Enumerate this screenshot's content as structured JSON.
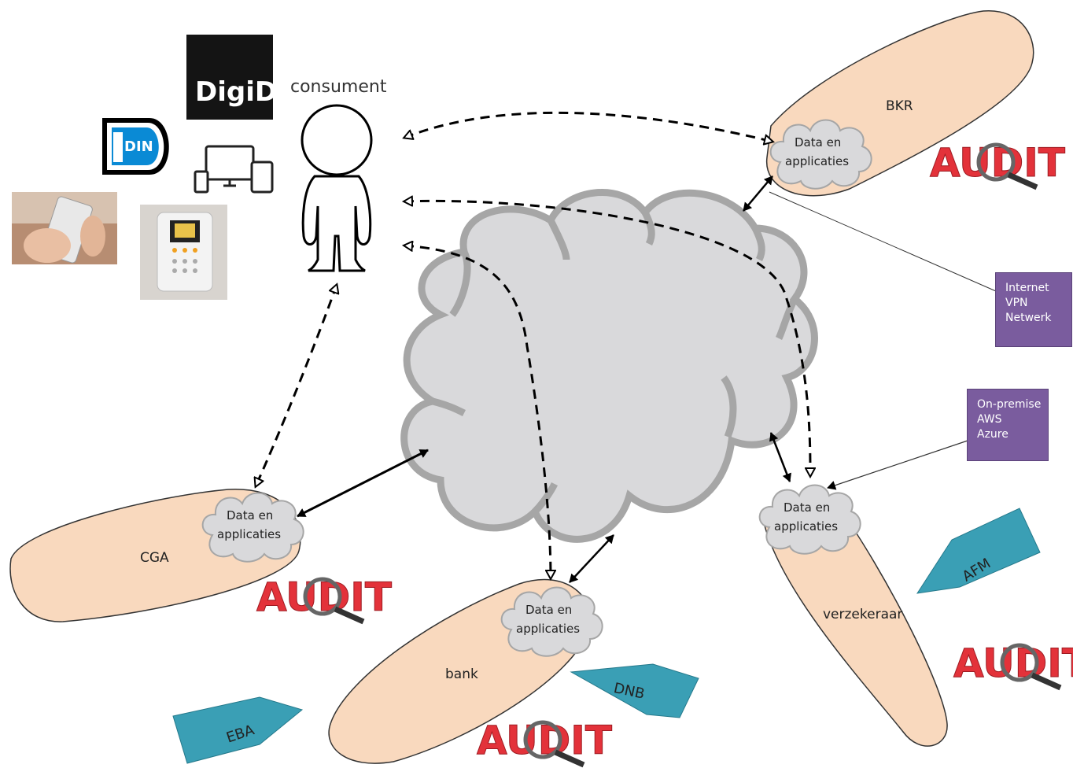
{
  "consumer": {
    "label": "consument"
  },
  "identity": {
    "digid": "DigiD",
    "idin": "iDIN"
  },
  "nodes": {
    "bkr": {
      "name": "BKR",
      "data_line1": "Data en",
      "data_line2": "applicaties"
    },
    "cga": {
      "name": "CGA",
      "data_line1": "Data en",
      "data_line2": "applicaties"
    },
    "bank": {
      "name": "bank",
      "data_line1": "Data en",
      "data_line2": "applicaties"
    },
    "verzekeraar": {
      "name": "verzekeraar",
      "data_line1": "Data en",
      "data_line2": "applicaties"
    }
  },
  "audit_label": "AUDIT",
  "regulators": {
    "afm": "AFM",
    "dnb": "DNB",
    "eba": "EBA"
  },
  "network_box": {
    "line1": "Internet",
    "line2": "VPN",
    "line3": "Netwerk"
  },
  "hosting_box": {
    "line1": "On-premise",
    "line2": "AWS",
    "line3": "Azure"
  },
  "colors": {
    "boat_fill": "#f9d9be",
    "cloud_fill": "#d9d9db",
    "cloud_stroke": "#a6a6a6",
    "regulator_fill": "#3a9fb5",
    "info_box": "#7a5c9e",
    "audit_red": "#e3323a"
  }
}
